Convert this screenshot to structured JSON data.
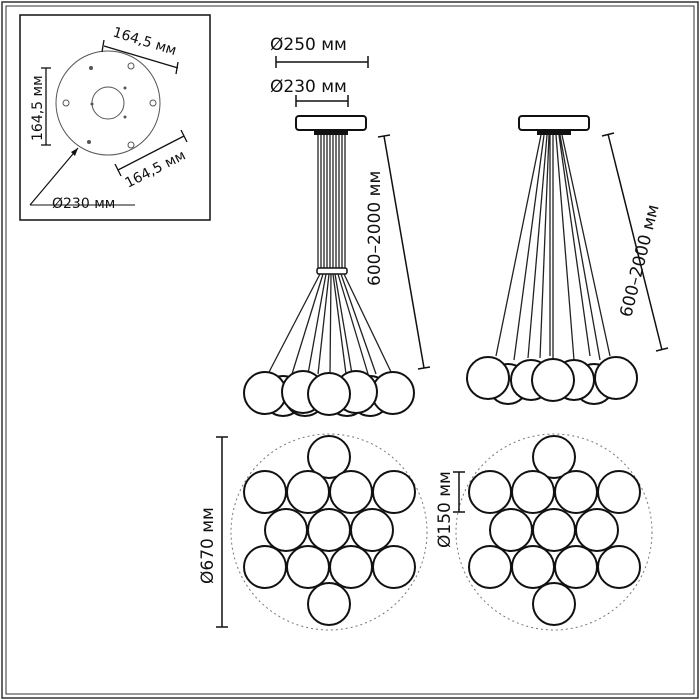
{
  "labels": {
    "mount_dim_top": "164,5 мм",
    "mount_dim_side": "164,5 мм",
    "mount_dim_diag": "164,5 мм",
    "mount_diameter": "Ø230 мм",
    "canopy_outer": "Ø250 мм",
    "canopy_inner": "Ø230 мм",
    "height_left": "600–2000 мм",
    "height_right": "600–2000 мм",
    "overall_diameter": "Ø670 мм",
    "ball_diameter": "Ø150 мм"
  },
  "colors": {
    "line": "#111111",
    "frame": "#333333",
    "dashed_outline": "#777777"
  }
}
